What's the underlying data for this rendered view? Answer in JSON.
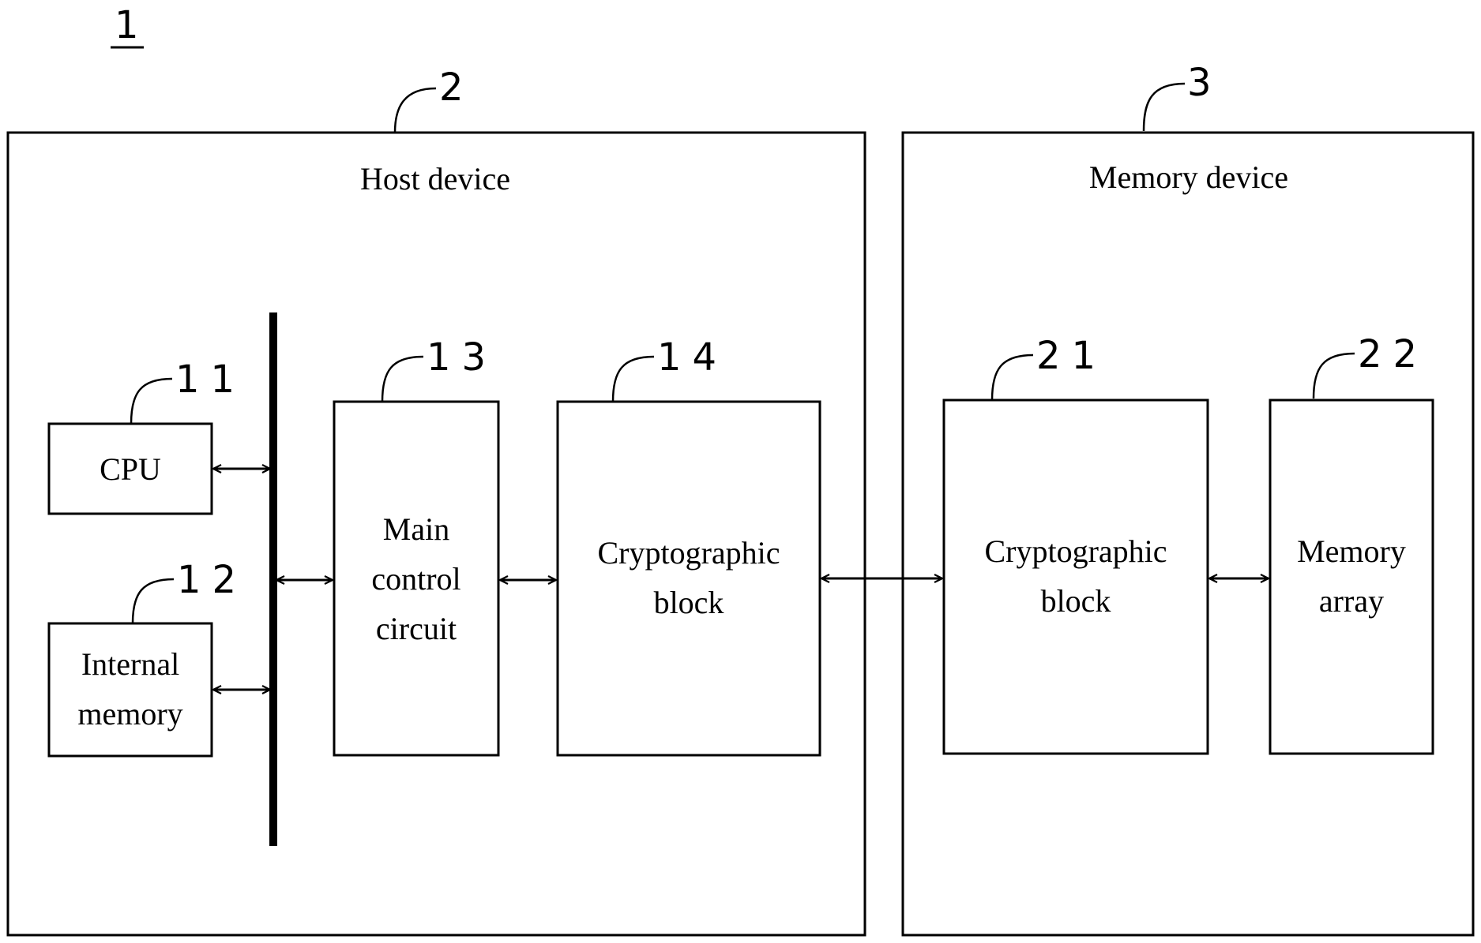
{
  "figure_ref": "1",
  "host": {
    "ref": "2",
    "title": "Host device"
  },
  "memory": {
    "ref": "3",
    "title": "Memory device"
  },
  "blocks": {
    "cpu": {
      "ref": "11",
      "lines": [
        "CPU"
      ]
    },
    "internal_memory": {
      "ref": "12",
      "lines": [
        "Internal",
        "memory"
      ]
    },
    "main_control": {
      "ref": "13",
      "lines": [
        "Main",
        "control",
        "circuit"
      ]
    },
    "host_crypto": {
      "ref": "14",
      "lines": [
        "Cryptographic",
        "block"
      ]
    },
    "mem_crypto": {
      "ref": "21",
      "lines": [
        "Cryptographic",
        "block"
      ]
    },
    "memory_array": {
      "ref": "22",
      "lines": [
        "Memory",
        "array"
      ]
    }
  }
}
